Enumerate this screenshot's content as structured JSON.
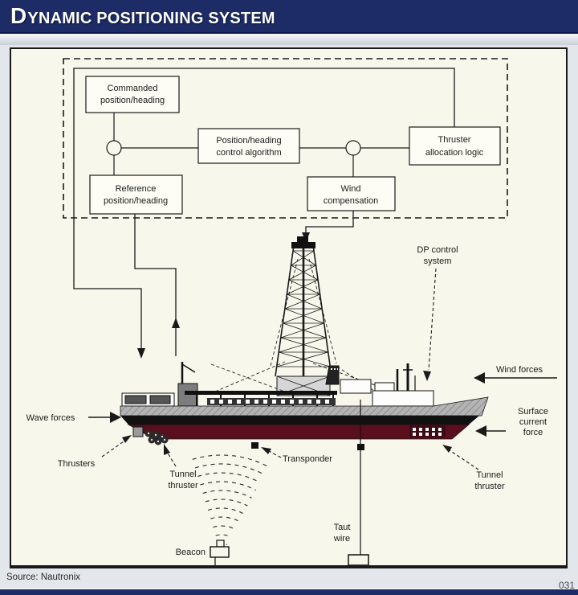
{
  "header": {
    "title_initial": "D",
    "title_rest": "YNAMIC POSITIONING SYSTEM"
  },
  "flowchart": {
    "commanded": [
      "Commanded",
      "position/heading"
    ],
    "control_algorithm": [
      "Position/heading",
      "control algorithm"
    ],
    "thruster_allocation": [
      "Thruster",
      "allocation logic"
    ],
    "reference": [
      "Reference",
      "position/heading"
    ],
    "wind_compensation": [
      "Wind",
      "compensation"
    ]
  },
  "labels": {
    "dp_control": [
      "DP control",
      "system"
    ],
    "wind_forces": "Wind forces",
    "surface_current": [
      "Surface",
      "current",
      "force"
    ],
    "wave_forces": "Wave forces",
    "thrusters": "Thrusters",
    "tunnel_thruster_left": [
      "Tunnel",
      "thruster"
    ],
    "tunnel_thruster_right": [
      "Tunnel",
      "thruster"
    ],
    "transponder": "Transponder",
    "taut_wire": [
      "Taut",
      "wire"
    ],
    "beacon": "Beacon"
  },
  "footer": {
    "source": "Source: Nautronix",
    "corner": "031"
  },
  "colors": {
    "navy": "#1d2b66",
    "hull_maroon": "#5a0f1f",
    "panel_bg": "#f8f7ec"
  }
}
